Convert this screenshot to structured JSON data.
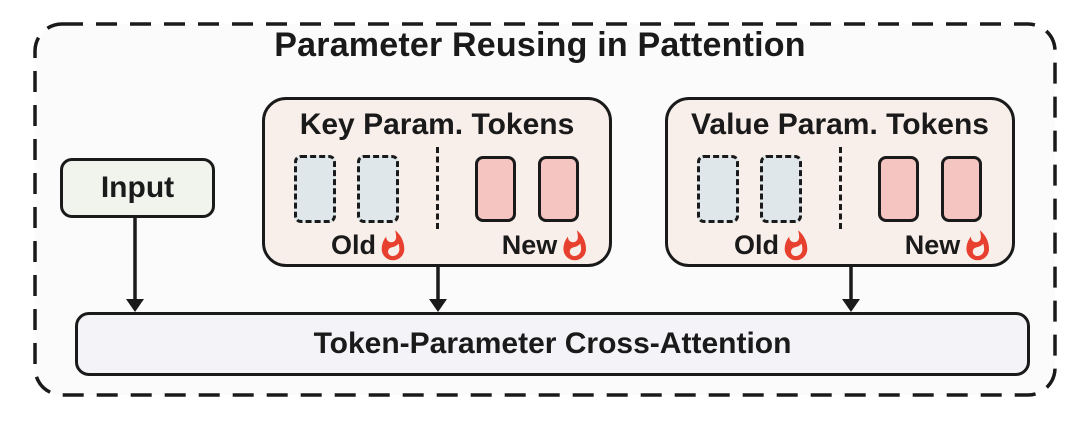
{
  "diagram": {
    "title": "Parameter Reusing in Pattention",
    "input_label": "Input",
    "panels": [
      {
        "title": "Key Param. Tokens",
        "old_label": "Old",
        "new_label": "New",
        "old_token_count": 2,
        "new_token_count": 2,
        "flame_icon": "flame-icon"
      },
      {
        "title": "Value Param. Tokens",
        "old_label": "Old",
        "new_label": "New",
        "old_token_count": 2,
        "new_token_count": 2,
        "flame_icon": "flame-icon"
      }
    ],
    "attention_label": "Token-Parameter Cross-Attention",
    "colors": {
      "border": "#1a1a1a",
      "outer_bg": "#fbfbfb",
      "panel_bg": "#f8eeea",
      "old_token_fill": "#dfe7ea",
      "new_token_fill": "#f5c5c1",
      "input_bg": "#f1f4ed",
      "bottom_bg": "#f4f4f8",
      "flame": "#e8402e"
    }
  }
}
